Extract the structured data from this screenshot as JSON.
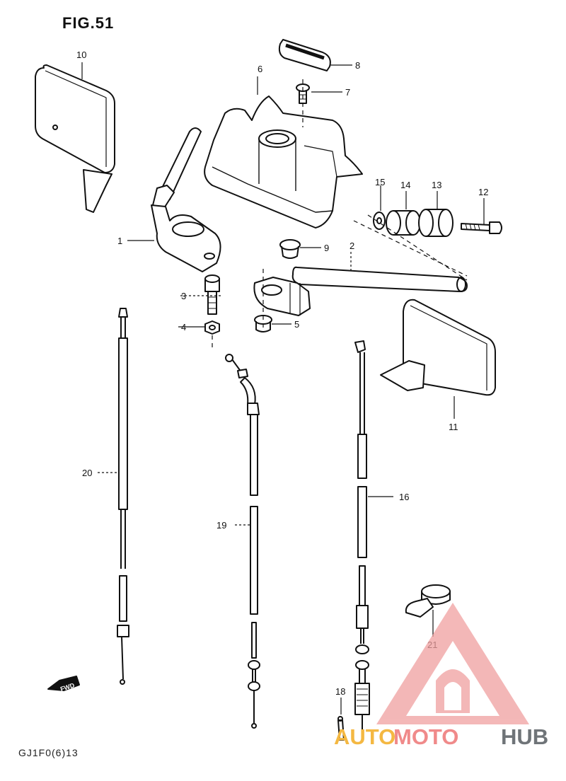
{
  "figure": {
    "title": "FIG.51",
    "footer_code": "GJ1F0(6)13"
  },
  "parts": [
    {
      "no": "1"
    },
    {
      "no": "2"
    },
    {
      "no": "3"
    },
    {
      "no": "4"
    },
    {
      "no": "5"
    },
    {
      "no": "6"
    },
    {
      "no": "7"
    },
    {
      "no": "8"
    },
    {
      "no": "9"
    },
    {
      "no": "10"
    },
    {
      "no": "11"
    },
    {
      "no": "12"
    },
    {
      "no": "13"
    },
    {
      "no": "14"
    },
    {
      "no": "15"
    },
    {
      "no": "16"
    },
    {
      "no": "18"
    },
    {
      "no": "19"
    },
    {
      "no": "20"
    },
    {
      "no": "21"
    }
  ],
  "direction_marker": "FWD",
  "watermark": {
    "part1": "AUTO",
    "part2": "MOTO",
    "part3": "HUB",
    "colors": {
      "auto": "#f4b842",
      "moto": "#f08a8a",
      "hub": "#6f7478",
      "logo": "#f0a0a0"
    }
  }
}
